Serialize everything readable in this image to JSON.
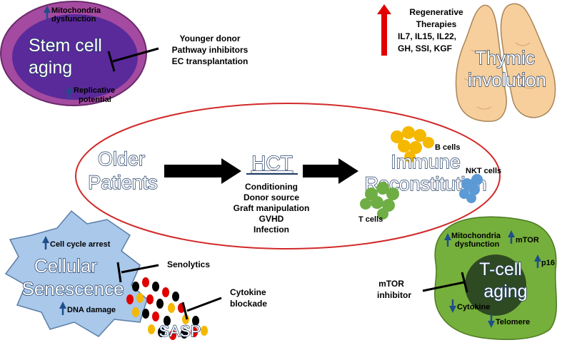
{
  "stem_cell": {
    "title_line1": "Stem cell",
    "title_line2": "aging",
    "top_note_line1": "Mitochondria",
    "top_note_line2": "dysfunction",
    "bottom_note_line1": "Replicative",
    "bottom_note_line2": "potential",
    "interventions": [
      "Younger donor",
      "Pathway inhibitors",
      "EC transplantation"
    ]
  },
  "thymus": {
    "therapies_line1": "Regenerative",
    "therapies_line2": "Therapies",
    "therapies_line3": "IL7, IL15, IL22,",
    "therapies_line4": "GH, SSI, KGF",
    "title_line1": "Thymic",
    "title_line2": "involution"
  },
  "center": {
    "older_line1": "Older",
    "older_line2": "Patients",
    "hct": "HCT",
    "hct_factors": [
      "Conditioning",
      "Donor source",
      "Graft manipulation",
      "GVHD",
      "Infection"
    ],
    "immune_line1": "Immune",
    "immune_line2": "Reconstitution",
    "b_cells": "B cells",
    "nkt_cells": "NKT cells",
    "t_cells": "T cells"
  },
  "senescence": {
    "title_line1": "Cellular",
    "title_line2": "Senescence",
    "cell_cycle": "Cell cycle arrest",
    "dna_damage": "DNA damage",
    "senolytics": "Senolytics",
    "cytokine_line1": "Cytokine",
    "cytokine_line2": "blockade",
    "sasp": "SASP"
  },
  "tcell": {
    "title_line1": "T-cell",
    "title_line2": "aging",
    "mito_line1": "Mitochondria",
    "mito_line2": "dysfunction",
    "mtor": "mTOR",
    "p16": "p16",
    "cytokine": "Cytokine",
    "telomere": "Telomere",
    "inhibitor_line1": "mTOR",
    "inhibitor_line2": "inhibitor"
  },
  "colors": {
    "purple_outer": "#a44aa0",
    "purple_inner": "#5a2a9a",
    "thymus": "#f6cf9c",
    "ellipse": "#d22a2a",
    "senescence_cell": "#a9c8ea",
    "tcell_outer": "#76b03c",
    "tcell_inner": "#2e4a23",
    "b_cells": "#f5b800",
    "nkt_cells": "#5b9ad5",
    "t_cells": "#6fae45",
    "red_arrow": "#e00000",
    "blue_arrow": "#1f4e8c"
  }
}
